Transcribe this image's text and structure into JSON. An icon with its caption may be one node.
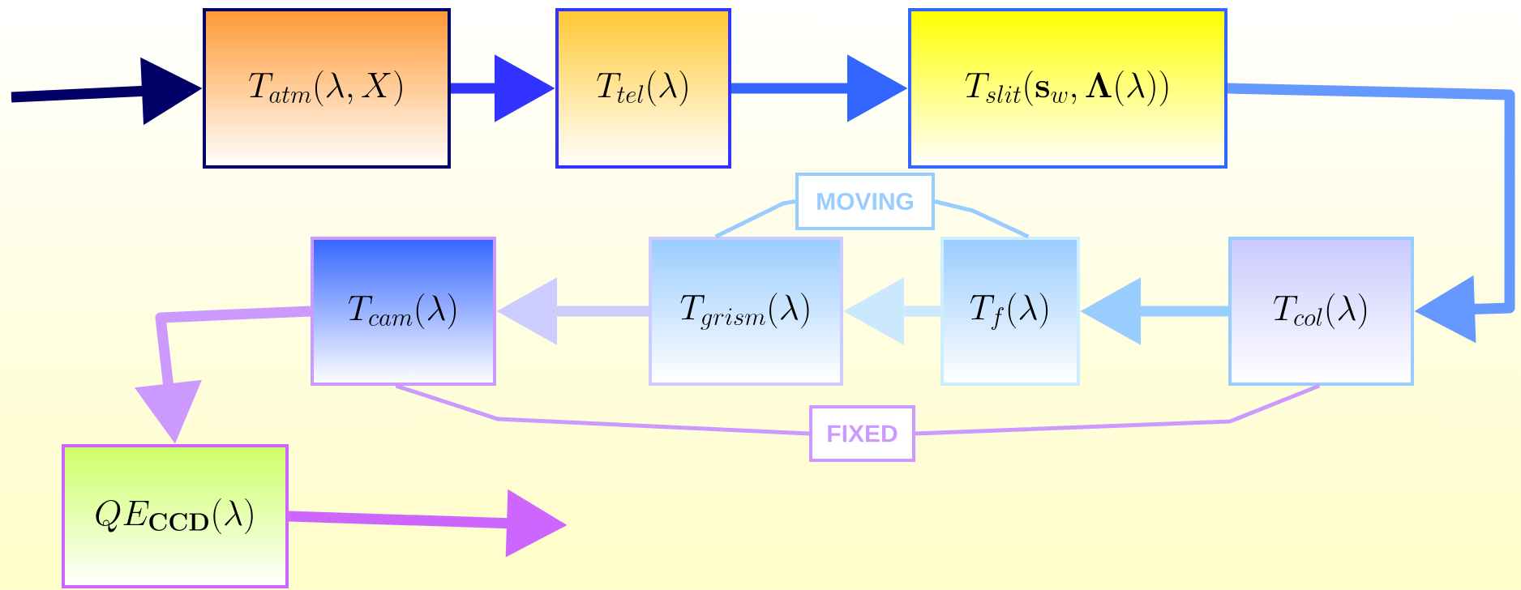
{
  "diagram": {
    "nodes": [
      {
        "text": [
          "T_{atm}(\\lambda,X)"
        ]
      },
      {
        "text": [
          "T_{tel}(\\lambda)"
        ]
      },
      {
        "text": [
          "T_{slit}(\\mathbf{s}_{w},\\mathbf{\\Lambda}(\\lambda))"
        ]
      },
      {
        "text": [
          "T_{col}(\\lambda)"
        ]
      },
      {
        "text": [
          "T_{f}(\\lambda)"
        ]
      },
      {
        "text": [
          "T_{grism}(\\lambda)"
        ]
      },
      {
        "text": [
          "T_{cam}(\\lambda)"
        ]
      },
      {
        "text": [
          "QE_{\\mathbf{CCD}}(\\lambda)"
        ]
      },
      {
        "text": [
          "MOVING"
        ]
      },
      {
        "text": [
          "FIXED"
        ]
      }
    ],
    "edges": [
      {
        "from": null,
        "to": 0,
        "arrow": "to",
        "color": "#000066"
      },
      {
        "from": 0,
        "to": 1,
        "arrow": "to",
        "color": "#3333ff"
      },
      {
        "from": 1,
        "to": 2,
        "arrow": "to",
        "color": "#3366ff"
      },
      {
        "from": 2,
        "to": 3,
        "arrow": "to",
        "color": "#6699ff"
      },
      {
        "from": 3,
        "to": 4,
        "arrow": "to",
        "color": "#99ccff"
      },
      {
        "from": 4,
        "to": 5,
        "arrow": "to",
        "color": "#cce8ff"
      },
      {
        "from": 5,
        "to": 6,
        "arrow": "to",
        "color": "#ccccff"
      },
      {
        "from": 6,
        "to": 7,
        "arrow": "to",
        "color": "#cc99ff"
      },
      {
        "from": 7,
        "to": null,
        "arrow": "to",
        "color": "#cc66ff"
      },
      {
        "from": 8,
        "to": 5,
        "arrow": "none",
        "color": "#99ccff"
      },
      {
        "from": 8,
        "to": 4,
        "arrow": "none",
        "color": "#99ccff"
      },
      {
        "from": 9,
        "to": 6,
        "arrow": "none",
        "color": "#cc99ff"
      },
      {
        "from": 9,
        "to": 3,
        "arrow": "none",
        "color": "#cc99ff"
      }
    ]
  }
}
